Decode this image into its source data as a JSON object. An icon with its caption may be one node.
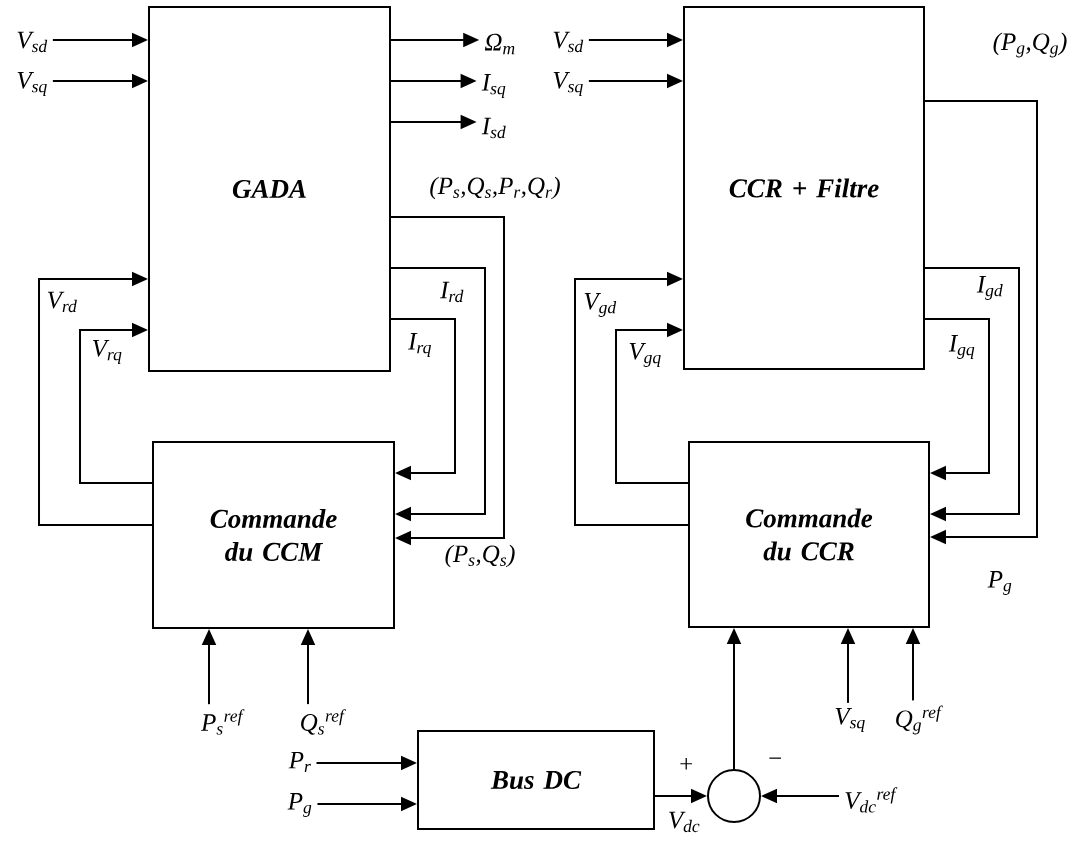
{
  "diagram": {
    "nodes": [
      {
        "text": [
          "GADA"
        ]
      },
      {
        "text": [
          "CCR + Filtre"
        ]
      },
      {
        "text": [
          "Commande du CCM"
        ]
      },
      {
        "text": [
          "Commande du CCR"
        ]
      },
      {
        "text": [
          "Bus DC"
        ]
      },
      {
        "text": [],
        "shape": "circle"
      },
      {
        "text": [
          "V$_{sd}$"
        ]
      },
      {
        "text": [
          "V$_{sq}$"
        ]
      },
      {
        "text": [
          "Ω$_{m}$"
        ]
      },
      {
        "text": [
          "I$_{sq}$"
        ]
      },
      {
        "text": [
          "I$_{sd}$"
        ]
      },
      {
        "text": [
          "V$_{sd}$"
        ]
      },
      {
        "text": [
          "V$_{sq}$"
        ]
      },
      {
        "text": [
          "P$_{s}$$^{ref}$"
        ]
      },
      {
        "text": [
          "Q$_{s}$$^{ref}$"
        ]
      },
      {
        "text": [
          "P$_{r}$"
        ]
      },
      {
        "text": [
          "P$_{g}$"
        ]
      },
      {
        "text": [
          "V$_{sq}$"
        ]
      },
      {
        "text": [
          "Q$_{g}$$^{ref}$"
        ]
      },
      {
        "text": [
          "V$_{dc}$$^{ref}$"
        ]
      }
    ],
    "edges": [
      {
        "from": 6,
        "to": 0,
        "arrow": "to"
      },
      {
        "from": 7,
        "to": 0,
        "arrow": "to"
      },
      {
        "from": 0,
        "to": 8,
        "arrow": "to"
      },
      {
        "from": 0,
        "to": 9,
        "arrow": "to"
      },
      {
        "from": 0,
        "to": 10,
        "arrow": "to"
      },
      {
        "from": 11,
        "to": 1,
        "arrow": "to"
      },
      {
        "from": 12,
        "to": 1,
        "arrow": "to"
      },
      {
        "from": 0,
        "to": 2,
        "arrow": "to",
        "label": "(P$_{s}$,Q$_{s}$,P$_{r}$,Q$_{r}$)"
      },
      {
        "from": 0,
        "to": 2,
        "arrow": "to",
        "label": "I$_{rd}$"
      },
      {
        "from": 0,
        "to": 2,
        "arrow": "to",
        "label": "I$_{rq}$"
      },
      {
        "from": 2,
        "to": 0,
        "arrow": "to",
        "label": "V$_{rd}$"
      },
      {
        "from": 2,
        "to": 0,
        "arrow": "to",
        "label": "V$_{rq}$"
      },
      {
        "from": 1,
        "to": 3,
        "arrow": "to",
        "label": "(P$_{g}$,Q$_{g}$)"
      },
      {
        "from": 1,
        "to": 3,
        "arrow": "to",
        "label": "I$_{gd}$"
      },
      {
        "from": 1,
        "to": 3,
        "arrow": "to",
        "label": "I$_{gq}$"
      },
      {
        "from": 3,
        "to": 1,
        "arrow": "to",
        "label": "V$_{gd}$"
      },
      {
        "from": 3,
        "to": 1,
        "arrow": "to",
        "label": "V$_{gq}$"
      },
      {
        "from": 13,
        "to": 2,
        "arrow": "to"
      },
      {
        "from": 14,
        "to": 2,
        "arrow": "to"
      },
      {
        "from": 15,
        "to": 4,
        "arrow": "to"
      },
      {
        "from": 16,
        "to": 4,
        "arrow": "to"
      },
      {
        "from": 4,
        "to": 5,
        "arrow": "to",
        "label": "V$_{dc}$"
      },
      {
        "from": 19,
        "to": 5,
        "arrow": "to"
      },
      {
        "from": 5,
        "to": 3,
        "arrow": "to"
      },
      {
        "from": 17,
        "to": 3,
        "arrow": "to"
      },
      {
        "from": 18,
        "to": 3,
        "arrow": "to"
      }
    ],
    "labels": [
      "(P$_{s}$,Q$_{s}$)",
      "P$_{g}$",
      "+",
      "−"
    ]
  }
}
